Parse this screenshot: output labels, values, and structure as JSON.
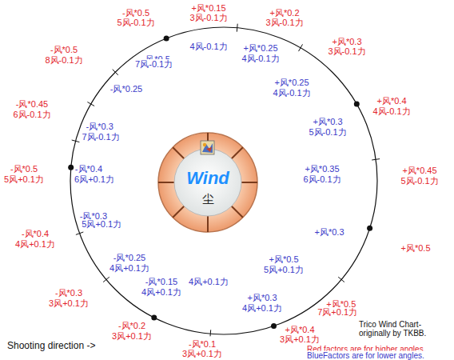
{
  "diagram": {
    "nodes": [
      {
        "text": [
          "Wind",
          "尘"
        ]
      }
    ],
    "labels": [
      "+风*0.15",
      "3风-0.1力",
      "4风-0.1力",
      "-风*0.5",
      "5风-0.1力",
      "-风*0.5",
      "7风-0.1力",
      "+风*0.2",
      "3风-0.1力",
      "+风*0.25",
      "4风-0.1力",
      "-风*0.5",
      "8风-0.1力",
      "+风*0.3",
      "3风-0.1力",
      "+风*0.25",
      "4风-0.1力",
      "-风*0.25",
      "+风*0.4",
      "4风-0.1力",
      "-风*0.45",
      "6风-0.1力",
      "-风*0.3",
      "7风-0.1力",
      "+风*0.3",
      "5风-0.1力",
      "-风*0.5",
      "5风+0.1力",
      "-风*0.4",
      "6风+0.1力",
      "+风*0.35",
      "6风-0.1力",
      "+风*0.45",
      "5风-0.1力",
      "-风*0.3",
      "5风+0.1力",
      "+风*0.3",
      "-风*0.4",
      "4风+0.1力",
      "+风*0.5",
      "-风*0.25",
      "4风+0.1力",
      "+风*0.5",
      "5风+0.1力",
      "-风*0.15",
      "4风+0.1力",
      "4风+0.1力",
      "-风*0.3",
      "3风+0.1力",
      "+风*0.5",
      "7风+0.1力",
      "+风*0.3",
      "4风+0.1力",
      "Trico Wind Chart-",
      "originally by TKBB.",
      "-风*0.2",
      "3风+0.1力",
      "+风*0.4",
      "3风+0.1力",
      "-风*0.1",
      "3风+0.1力",
      "Shooting direction ->",
      "Red factors are for higher angles.",
      "BlueFactors are for lower angles."
    ]
  }
}
